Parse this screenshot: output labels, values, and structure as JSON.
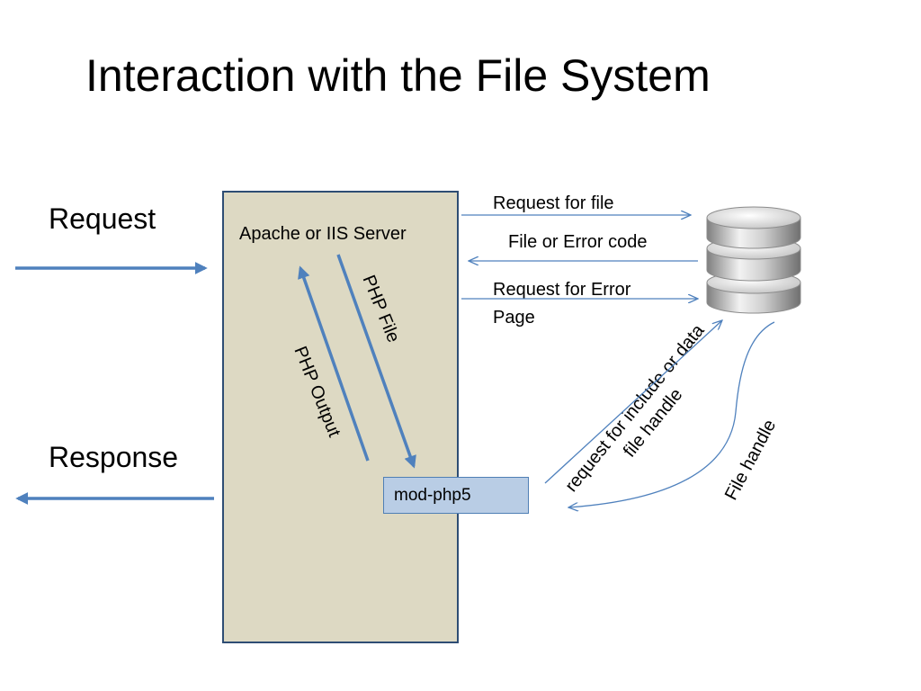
{
  "title": "Interaction with the File System",
  "request_label": "Request",
  "response_label": "Response",
  "server_label": "Apache or IIS Server",
  "module_label": "mod-php5",
  "php_file_label": "PHP File",
  "php_output_label": "PHP  Output",
  "request_for_file_label": "Request for file",
  "file_or_error_label": "File or Error code",
  "request_error_page_label": "Request for Error Page",
  "include_request_label": "request  for include or data file handle",
  "file_handle_label": "File handle",
  "colors": {
    "server_fill": "#ddd9c3",
    "server_border": "#2e4d74",
    "module_fill": "#b9cde5",
    "arrow": "#4f81bd",
    "database": "#a6a6a6"
  },
  "icons": {
    "database": "database-icon"
  }
}
